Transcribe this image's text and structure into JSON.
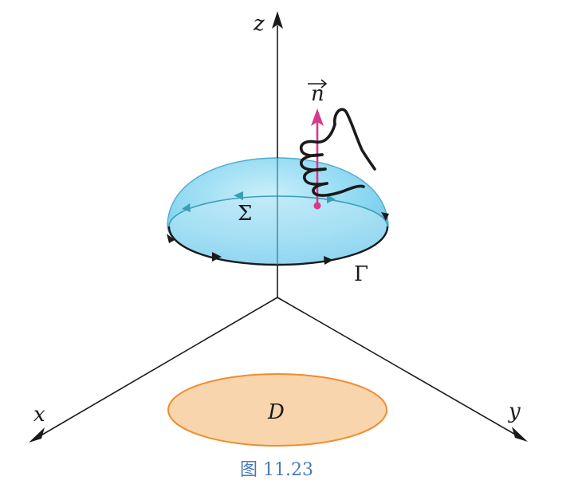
{
  "labels": {
    "z_axis": "z",
    "x_axis": "x",
    "y_axis": "y",
    "normal_vector": "n",
    "surface": "Σ",
    "boundary": "Γ",
    "region": "D"
  },
  "caption": "图 11.23",
  "colors": {
    "axis": "#1a1a1a",
    "dome_fill": "#7fd3ef",
    "dome_edge": "#4aa6cc",
    "normal": "#d63a8a",
    "region_fill": "#f8d5ad",
    "region_edge": "#ef8d2f",
    "caption": "#4a78b5"
  },
  "icons": {
    "hand": "right-hand-thumb-up-icon"
  }
}
